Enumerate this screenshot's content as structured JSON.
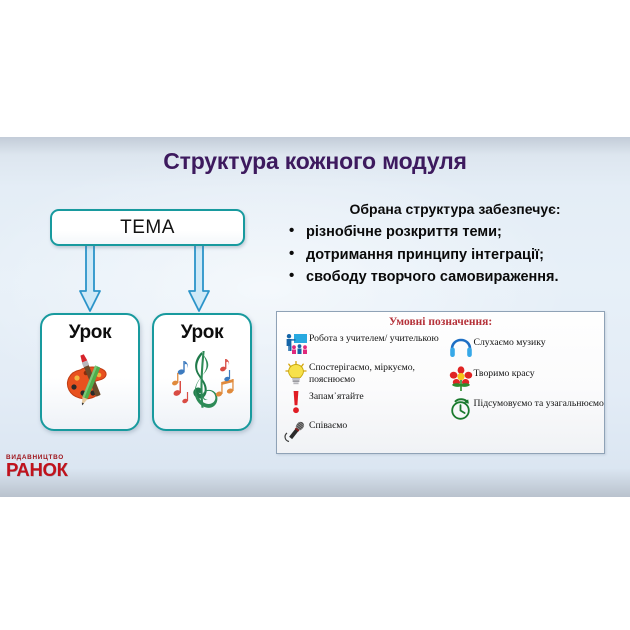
{
  "slide": {
    "title": "Структура кожного модуля",
    "theme_box": {
      "label": "ТЕМА"
    },
    "lessons": [
      {
        "label": "Урок",
        "icon": "art-palette-icon"
      },
      {
        "label": "Урок",
        "icon": "treble-clef-icon"
      }
    ],
    "right": {
      "heading": "Обрана структура забезпечує:",
      "bullets": [
        "різнобічне розкриття теми;",
        "дотримання принципу інтеграції;",
        "свободу творчого самовираження."
      ]
    },
    "legend": {
      "title": "Умовні позначення:",
      "left_items": [
        {
          "icon": "teacher-board-icon",
          "text": "Робота з учителем/ учителькою"
        },
        {
          "icon": "lightbulb-icon",
          "text": "Спостерігаємо, міркуємо, пояснюємо"
        },
        {
          "icon": "exclamation-mark-icon",
          "text": "Запам᾽ятайте"
        },
        {
          "icon": "microphone-icon",
          "text": "Співаємо"
        }
      ],
      "right_items": [
        {
          "icon": "headphones-icon",
          "text": "Слухаємо музику"
        },
        {
          "icon": "flower-icon",
          "text": "Творимо красу"
        },
        {
          "icon": "clock-arrow-icon",
          "text": "Підсумовуємо та узагальнюємо"
        }
      ]
    },
    "logo": {
      "top_line": "ВИДАВНИЦТВО",
      "main_line": "РАНОК"
    },
    "colors": {
      "title": "#3d1a5e",
      "box_border": "#189a9e",
      "legend_title": "#b5323a",
      "logo_red": "#c1121c",
      "arrow_fill": "#cfe9f7",
      "arrow_stroke": "#2b94c9"
    }
  }
}
